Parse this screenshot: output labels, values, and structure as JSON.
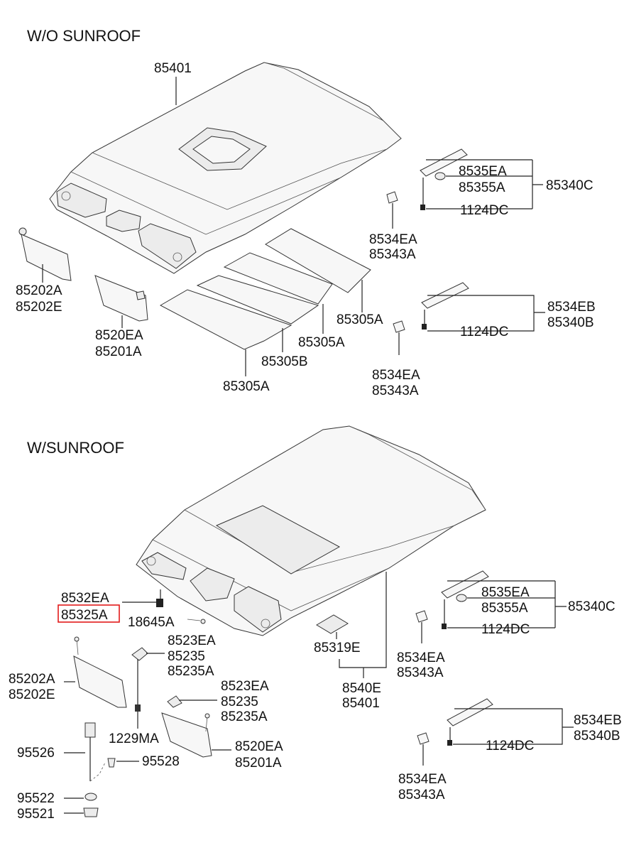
{
  "headers": {
    "without_sunroof": "W/O SUNROOF",
    "with_sunroof": "W/SUNROOF"
  },
  "callouts_top": {
    "headlining": "85401",
    "handle_a_1": "8535EA",
    "handle_a_2": "85355A",
    "handle_a_group": "85340C",
    "handle_a_bolt": "1124DC",
    "cap_a_1": "8534EA",
    "cap_a_2": "85343A",
    "visor_left_1": "85202A",
    "visor_left_2": "85202E",
    "visor_right_1": "8520EA",
    "visor_right_2": "85201A",
    "pad_1": "85305A",
    "pad_2": "85305A",
    "pad_3": "85305B",
    "pad_4": "85305A",
    "handle_b_1": "8534EB",
    "handle_b_2": "85340B",
    "handle_b_bolt": "1124DC",
    "cap_b_1": "8534EA",
    "cap_b_2": "85343A"
  },
  "callouts_bottom": {
    "holder_1": "8532EA",
    "holder_2": "85325A",
    "clip": "18645A",
    "bracket_1": "8523EA",
    "bracket_2": "85235",
    "bracket_3": "85235A",
    "visor_left_1": "85202A",
    "visor_left_2": "85202E",
    "screw": "1229MA",
    "bracket_b_1": "8523EA",
    "bracket_b_2": "85235",
    "bracket_b_3": "85235A",
    "visor_right_1": "8520EA",
    "visor_right_2": "85201A",
    "wire_1": "95526",
    "wire_2": "95528",
    "wire_3": "95522",
    "wire_4": "95521",
    "patch": "85319E",
    "headlining_1": "8540E",
    "headlining_2": "85401",
    "handle_a_1": "8535EA",
    "handle_a_2": "85355A",
    "handle_a_group": "85340C",
    "handle_a_bolt": "1124DC",
    "cap_a_1": "8534EA",
    "cap_a_2": "85343A",
    "handle_b_1": "8534EB",
    "handle_b_2": "85340B",
    "handle_b_bolt": "1124DC",
    "cap_b_1": "8534EA",
    "cap_b_2": "85343A"
  },
  "highlight": {
    "label": "85325A",
    "color": "#e21b1b"
  }
}
